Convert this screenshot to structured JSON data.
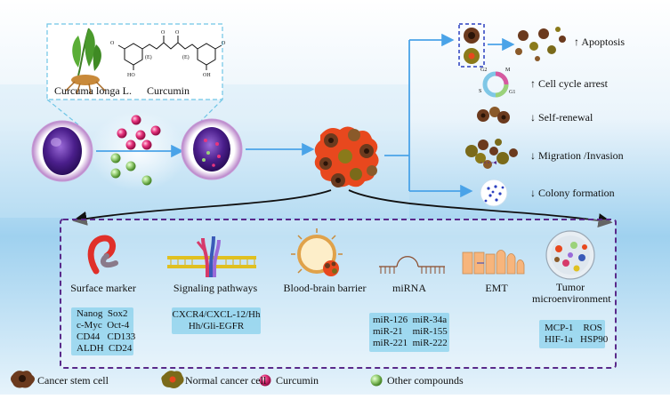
{
  "top_left": {
    "plant_label": "Curcuma longa L.",
    "compound_label": "Curcumin",
    "stereo_labels": [
      "(E)",
      "(E)"
    ]
  },
  "cell_cycle_labels": [
    "G2",
    "M",
    "G1",
    "S"
  ],
  "effects": [
    "↑ Apoptosis",
    "↑ Cell cycle arrest",
    "↓ Self-renewal",
    "↓ Migration /Invasion",
    "↓ Colony formation"
  ],
  "categories": [
    {
      "title": "Surface marker",
      "items": [
        "Nanog  Sox2",
        "c-Myc  Oct-4",
        "CD44   CD133",
        "ALDH  CD24"
      ]
    },
    {
      "title": "Signaling pathways",
      "items": [
        "CXCR4/CXCL-12/Hh",
        "Hh/Gli-EGFR"
      ]
    },
    {
      "title": "Blood-brain barrier",
      "items": []
    },
    {
      "title": "miRNA",
      "items": [
        "miR-126  miR-34a",
        "miR-21    miR-155",
        "miR-221  miR-222"
      ]
    },
    {
      "title": "EMT",
      "items": []
    },
    {
      "title": "Tumor microenvironment",
      "items": [
        "MCP-1    ROS",
        "HIF-1a   HSP90"
      ]
    }
  ],
  "legend": [
    {
      "label": "Cancer stem cell",
      "color": "#6b3a1e"
    },
    {
      "label": "Normal cancer cell",
      "color": "#7a6a1a"
    },
    {
      "label": "Curcumin",
      "color": "#e8357f"
    },
    {
      "label": "Other compounds",
      "color": "#8cc36b"
    }
  ],
  "colors": {
    "arrow_blue": "#4aa3e8",
    "panel_border": "#5a2a8a",
    "top_box_border": "#6fc5e6",
    "box_fill": "#6cc6e8"
  }
}
